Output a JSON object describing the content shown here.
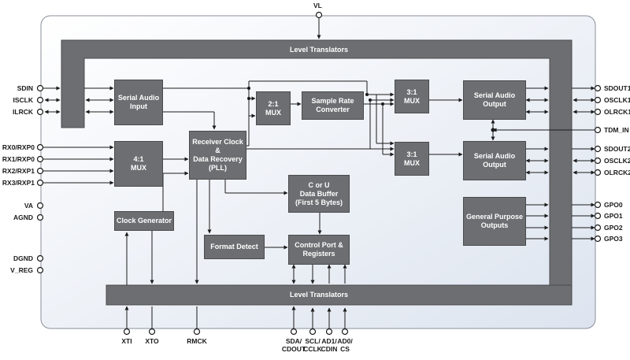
{
  "title_pin": "VL",
  "level_translators_top": "Level Translators",
  "level_translators_bottom": "Level Translators",
  "blocks": {
    "serial_audio_input": "Serial Audio\nInput",
    "mux_2_1": "2:1\nMUX",
    "src": "Sample Rate\nConverter",
    "mux_3_1_a": "3:1\nMUX",
    "mux_3_1_b": "3:1\nMUX",
    "sao1": "Serial Audio\nOutput",
    "sao2": "Serial Audio\nOutput",
    "mux_4_1": "4:1\nMUX",
    "pll": "Receiver Clock\n&\nData Recovery\n(PLL)",
    "cu_buffer": "C or U\nData Buffer\n(First 5 Bytes)",
    "clock_gen": "Clock Generator",
    "format_detect": "Format Detect",
    "control_port": "Control Port &\nRegisters",
    "gpo": "General Purpose\nOutputs"
  },
  "pins_left": [
    "SDIN",
    "ISCLK",
    "ILRCK",
    "RX0/RXP0",
    "RX1/RXP0",
    "RX2/RXP1",
    "RX3/RXP1",
    "VA",
    "AGND",
    "DGND",
    "V_REG"
  ],
  "pins_right": [
    "SDOUT1",
    "OSCLK1",
    "OLRCK1",
    "TDM_IN",
    "SDOUT2",
    "OSCLK2",
    "OLRCK2",
    "GPO0",
    "GPO1",
    "GPO2",
    "GPO3"
  ],
  "pins_bottom": [
    "XTI",
    "XTO",
    "RMCK",
    "SDA/\nCDOUT",
    "SCL/\nCCLK",
    "AD1/\nCDIN",
    "AD0/\nCS"
  ],
  "colors": {
    "block": "#6d6e71",
    "chip_fill": "#eef2f8",
    "line": "#1a1a1a"
  }
}
